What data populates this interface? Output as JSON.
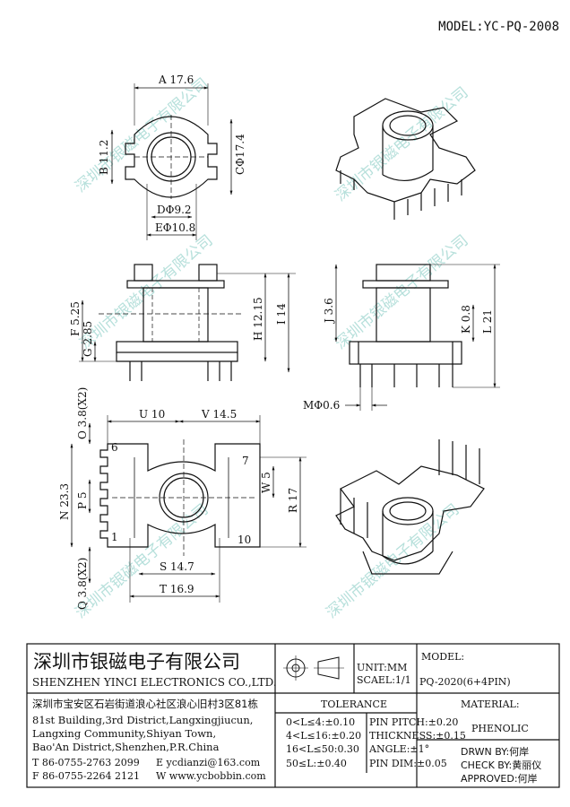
{
  "model_header": "MODEL:YC-PQ-2008",
  "watermark": "深圳市银磁电子有限公司",
  "dims": {
    "A": "A 17.6",
    "B": "B 11.2",
    "C": "CΦ17.4",
    "D": "DΦ9.2",
    "E": "EΦ10.8",
    "F": "F 5.25",
    "G": "G 2.85",
    "H": "H 12.15",
    "I": "I 14",
    "J": "J 3.6",
    "K": "K 0.8",
    "L": "L 21",
    "M": "MΦ0.6",
    "O": "O 3.8(X2)",
    "U": "U 10",
    "V": "V 14.5",
    "N": "N 23.3",
    "P": "P 5",
    "W": "W 5",
    "R": "R 17",
    "S": "S 14.7",
    "T": "T 16.9",
    "Q": "Q 3.8(X2)"
  },
  "pins": {
    "p6": "6",
    "p1": "1",
    "p7": "7",
    "p10": "10"
  },
  "title_block": {
    "company_cn": "深圳市银磁电子有限公司",
    "company_en": "SHENZHEN YINCI ELECTRONICS CO.,LTD.",
    "address_cn": "深圳市宝安区石岩街道浪心社区浪心旧村3区81栋",
    "address_en_1": "81st Building,3rd District,Langxingjiucun,",
    "address_en_2": "Langxing Community,Shiyan Town,",
    "address_en_3": "Bao'An District,Shenzhen,P.R.China",
    "tel": "T 86-0755-2763 2099",
    "fax": "F 86-0755-2264 2121",
    "email": "E ycdianzi@163.com",
    "web": "W www.ycbobbin.com",
    "unit": "UNIT:MM",
    "scale": "SCAEL:1/1",
    "model_label": "MODEL:",
    "model_value": "PQ-2020(6+4PIN)",
    "tolerance_label": "TOLERANCE",
    "tol_1": "0<L≤4:±0.10",
    "tol_2": "4<L≤16:±0.20",
    "tol_3": "16<L≤50:0.30",
    "tol_4": "50≤L:±0.40",
    "tol_5": "PIN PITCH:±0.20",
    "tol_6": "THICKNESS:±0.15",
    "tol_7": "ANGLE:±1°",
    "tol_8": "PIN DIM:±0.05",
    "material_label": "MATERIAL:",
    "material_value": "PHENOLIC",
    "drawn": "DRWN BY:何岸",
    "check": "CHECK BY:黄丽仪",
    "approved": "APPROVED:何岸"
  }
}
